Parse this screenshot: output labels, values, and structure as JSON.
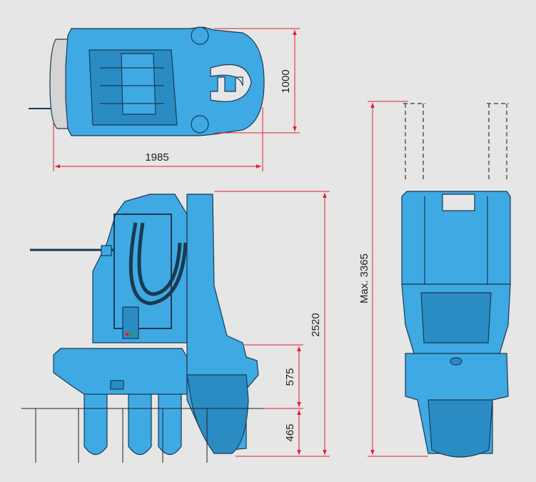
{
  "colors": {
    "background": "#e6e6e6",
    "machine": "#3fa9e3",
    "machine_shade": "#2b8cc4",
    "outline": "#1a3a52",
    "dimension": "#e0202f",
    "ground": "#222222"
  },
  "dimensions": {
    "top_view_length": "1985",
    "top_view_width": "1000",
    "side_total_height": "2520",
    "side_mid_height": "575",
    "side_low_height": "465",
    "rear_max_height": "Max. 3365"
  },
  "views": {
    "top": "top-view",
    "side": "side-view",
    "rear": "rear-view"
  }
}
